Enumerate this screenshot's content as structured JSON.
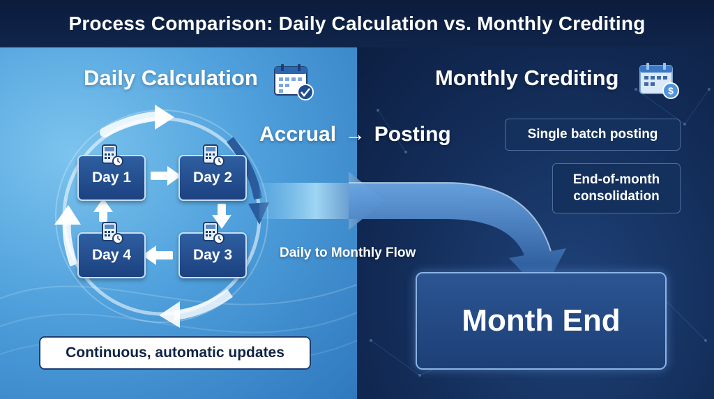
{
  "title": "Process Comparison: Daily Calculation vs. Monthly Crediting",
  "left": {
    "heading": "Daily Calculation",
    "days": [
      "Day 1",
      "Day 2",
      "Day 3",
      "Day 4"
    ],
    "footer": "Continuous, automatic updates"
  },
  "center": {
    "accrual": "Accrual",
    "arrow": "→",
    "posting": "Posting",
    "flow_label": "Daily to Monthly Flow"
  },
  "right": {
    "heading": "Monthly Crediting",
    "boxes": [
      "Single batch posting",
      "End-of-month consolidation"
    ],
    "month_end": "Month End"
  },
  "icons": {
    "daily": "calendar-check-icon",
    "monthly": "calendar-dollar-icon",
    "day": "calculator-clock-icon"
  }
}
